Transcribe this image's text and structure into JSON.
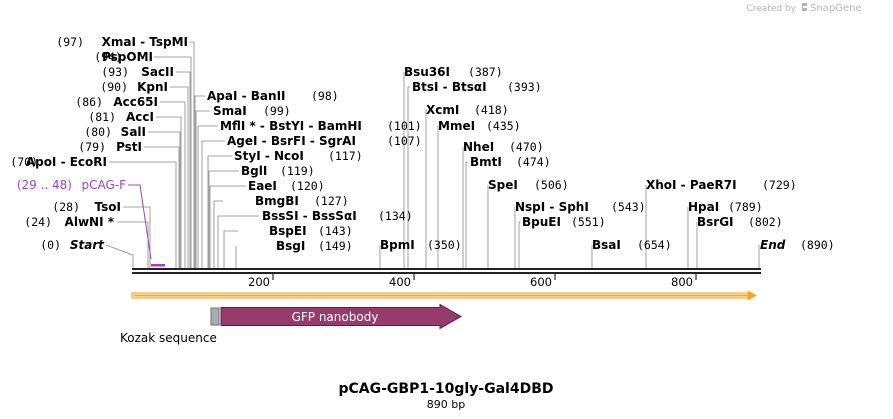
{
  "credit": {
    "prefix": "Created by",
    "brand": "SnapGene"
  },
  "sites": [
    {
      "id": "r1",
      "names": "XmaI  - TspMI",
      "pos": "(97)"
    },
    {
      "id": "r2",
      "names": "PspOMI",
      "pos": "(94)"
    },
    {
      "id": "r3",
      "names": "SacII",
      "pos": "(93)"
    },
    {
      "id": "r4",
      "names": "KpnI",
      "pos": "(90)"
    },
    {
      "id": "r5",
      "names": "Acc65I",
      "pos": "(86)"
    },
    {
      "id": "r6",
      "names": "AccI",
      "pos": "(81)"
    },
    {
      "id": "r7",
      "names": "SalI",
      "pos": "(80)"
    },
    {
      "id": "r8",
      "names": "PstI",
      "pos": "(79)"
    },
    {
      "id": "r9",
      "names": "ApoI  - EcoRI",
      "pos": "(70)"
    },
    {
      "id": "r11",
      "names": "TsoI",
      "pos": "(28)"
    },
    {
      "id": "r12",
      "names": "AlwNI *",
      "pos": "(24)"
    },
    {
      "id": "r13",
      "names": "Start",
      "pos": "(0)"
    },
    {
      "id": "m1",
      "names": "ApaI  - BanII",
      "pos": "(98)"
    },
    {
      "id": "m2",
      "names": "SmaI",
      "pos": "(99)"
    },
    {
      "id": "m3",
      "names": "MflI *  - BstYI  - BamHI",
      "pos": "(101)"
    },
    {
      "id": "m4",
      "names": "AgeI  - BsrFI  - SgrAI",
      "pos": "(107)"
    },
    {
      "id": "m5",
      "names": "StyI  - NcoI",
      "pos": "(117)"
    },
    {
      "id": "m6",
      "names": "BglI",
      "pos": "(119)"
    },
    {
      "id": "m7",
      "names": "EaeI",
      "pos": "(120)"
    },
    {
      "id": "m8",
      "names": "BmgBI",
      "pos": "(127)"
    },
    {
      "id": "m9",
      "names": "BssSI  - BssSαI",
      "pos": "(134)"
    },
    {
      "id": "m10",
      "names": "BspEI",
      "pos": "(143)"
    },
    {
      "id": "m11",
      "names": "BsgI",
      "pos": "(149)"
    },
    {
      "id": "b1",
      "names": "Bsu36I",
      "pos": "(387)"
    },
    {
      "id": "b2",
      "names": "BtsI  - BtsαI",
      "pos": "(393)"
    },
    {
      "id": "b3",
      "names": "XcmI",
      "pos": "(418)"
    },
    {
      "id": "b4",
      "names": "MmeI",
      "pos": "(435)"
    },
    {
      "id": "b5",
      "names": "NheI",
      "pos": "(470)"
    },
    {
      "id": "b6",
      "names": "BmtI",
      "pos": "(474)"
    },
    {
      "id": "b7",
      "names": "BpmI",
      "pos": "(350)"
    },
    {
      "id": "c1",
      "names": "SpeI",
      "pos": "(506)"
    },
    {
      "id": "c2",
      "names": "NspI  - SphI",
      "pos": "(543)"
    },
    {
      "id": "c3",
      "names": "BpuEI",
      "pos": "(551)"
    },
    {
      "id": "c4",
      "names": "BsaI",
      "pos": "(654)"
    },
    {
      "id": "d1",
      "names": "XhoI  - PaeR7I",
      "pos": "(729)"
    },
    {
      "id": "d2",
      "names": "HpaI",
      "pos": "(789)"
    },
    {
      "id": "d3",
      "names": "BsrGI",
      "pos": "(802)"
    },
    {
      "id": "d4",
      "names": "End",
      "pos": "(890)"
    }
  ],
  "primer": {
    "range": "(29 .. 48)",
    "name": "pCAG-F"
  },
  "ruler": {
    "ticks": [
      "200",
      "400",
      "600",
      "800"
    ]
  },
  "features": {
    "gfp": "GFP nanobody",
    "kozak": "Kozak sequence"
  },
  "map": {
    "title": "pCAG-GBP1-10gly-Gal4DBD",
    "length": "890 bp"
  },
  "colors": {
    "gfp": "#963b6b",
    "primer": "#a43ec9",
    "orf": "#f5a623",
    "kozak": "#a8adb4"
  }
}
